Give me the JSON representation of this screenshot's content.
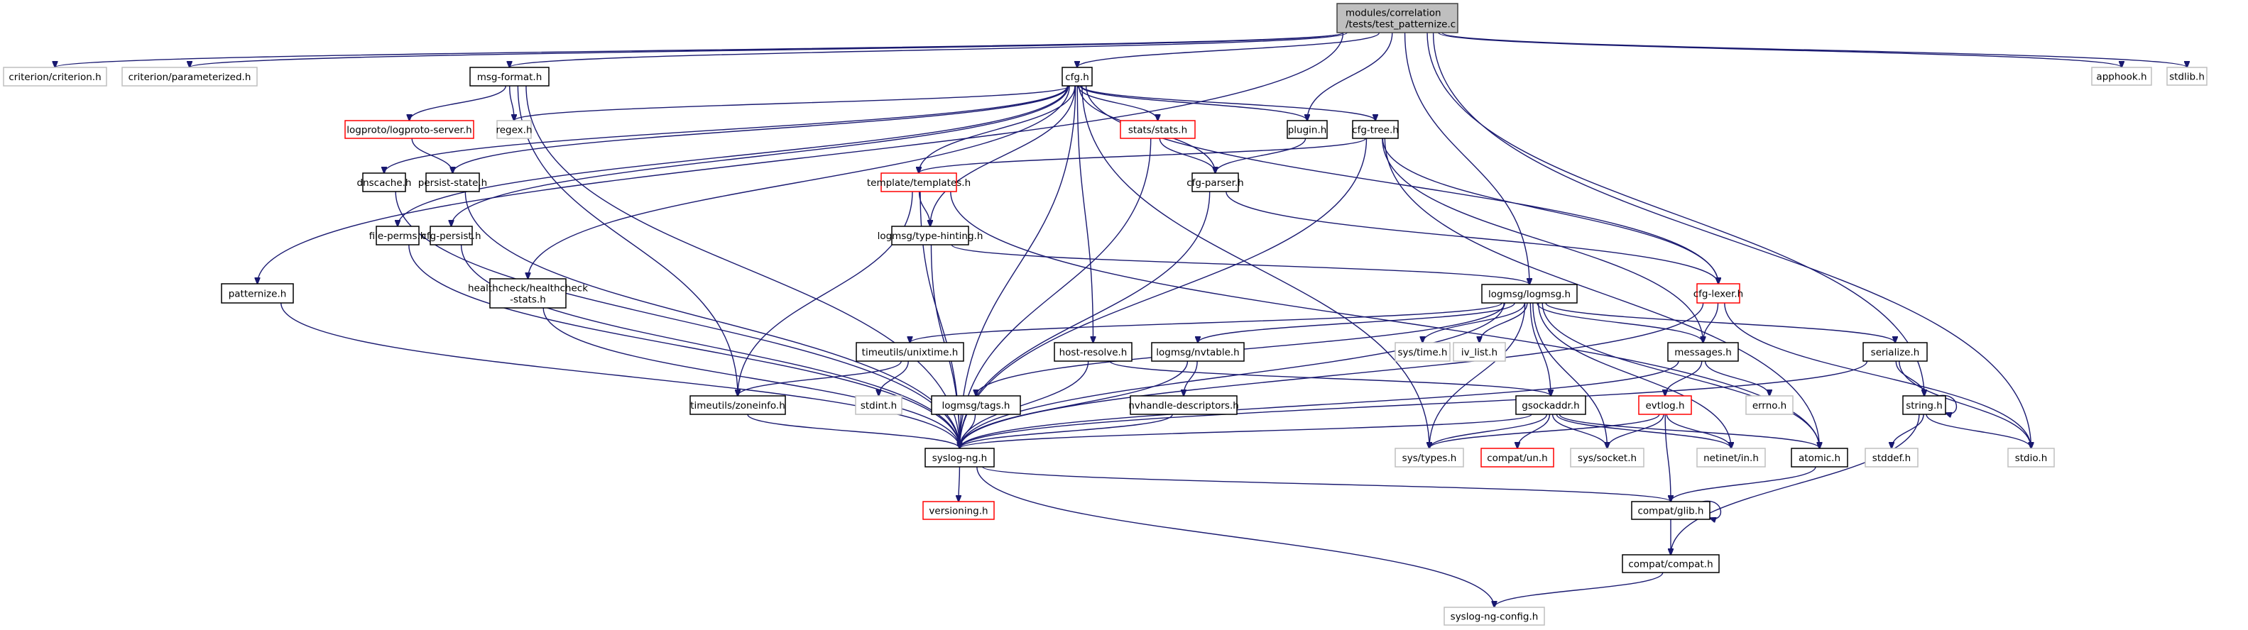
{
  "title": "Include dependency graph for modules/correlation/tests/test_patternize.c",
  "colors": {
    "edge": "#191970",
    "root_fill": "#bfbfbf",
    "normal_border": "#000000",
    "system_border": "#bfbfbf",
    "truncated_border": "#ff0000",
    "node_fill": "#ffffff"
  },
  "nodes": [
    {
      "id": "root",
      "label": [
        "modules/correlation",
        "/tests/test_patternize.c"
      ],
      "kind": "root"
    },
    {
      "id": "criterion",
      "label": [
        "criterion/criterion.h"
      ],
      "kind": "system"
    },
    {
      "id": "parameterized",
      "label": [
        "criterion/parameterized.h"
      ],
      "kind": "system"
    },
    {
      "id": "msgformat",
      "label": [
        "msg-format.h"
      ],
      "kind": "normal"
    },
    {
      "id": "cfg",
      "label": [
        "cfg.h"
      ],
      "kind": "normal"
    },
    {
      "id": "apphook",
      "label": [
        "apphook.h"
      ],
      "kind": "system"
    },
    {
      "id": "stdlib",
      "label": [
        "stdlib.h"
      ],
      "kind": "system"
    },
    {
      "id": "logproto",
      "label": [
        "logproto/logproto-server.h"
      ],
      "kind": "truncated"
    },
    {
      "id": "regex",
      "label": [
        "regex.h"
      ],
      "kind": "system"
    },
    {
      "id": "stats",
      "label": [
        "stats/stats.h"
      ],
      "kind": "truncated"
    },
    {
      "id": "plugin",
      "label": [
        "plugin.h"
      ],
      "kind": "normal"
    },
    {
      "id": "cfgtree",
      "label": [
        "cfg-tree.h"
      ],
      "kind": "normal"
    },
    {
      "id": "dnscache",
      "label": [
        "dnscache.h"
      ],
      "kind": "normal"
    },
    {
      "id": "persist",
      "label": [
        "persist-state.h"
      ],
      "kind": "normal"
    },
    {
      "id": "templates",
      "label": [
        "template/templates.h"
      ],
      "kind": "truncated"
    },
    {
      "id": "cfgparser",
      "label": [
        "cfg-parser.h"
      ],
      "kind": "normal"
    },
    {
      "id": "fileperms",
      "label": [
        "file-perms.h"
      ],
      "kind": "normal"
    },
    {
      "id": "cfgpersist",
      "label": [
        "cfg-persist.h"
      ],
      "kind": "normal"
    },
    {
      "id": "typehint",
      "label": [
        "logmsg/type-hinting.h"
      ],
      "kind": "normal"
    },
    {
      "id": "healthcheck",
      "label": [
        "healthcheck/healthcheck",
        "-stats.h"
      ],
      "kind": "normal"
    },
    {
      "id": "patternize",
      "label": [
        "patternize.h"
      ],
      "kind": "normal"
    },
    {
      "id": "cfglexer",
      "label": [
        "cfg-lexer.h"
      ],
      "kind": "truncated"
    },
    {
      "id": "logmsg",
      "label": [
        "logmsg/logmsg.h"
      ],
      "kind": "normal"
    },
    {
      "id": "unixtime",
      "label": [
        "timeutils/unixtime.h"
      ],
      "kind": "normal"
    },
    {
      "id": "hostresolve",
      "label": [
        "host-resolve.h"
      ],
      "kind": "normal"
    },
    {
      "id": "nvtable",
      "label": [
        "logmsg/nvtable.h"
      ],
      "kind": "normal"
    },
    {
      "id": "systime",
      "label": [
        "sys/time.h"
      ],
      "kind": "system"
    },
    {
      "id": "ivlist",
      "label": [
        "iv_list.h"
      ],
      "kind": "system"
    },
    {
      "id": "messages",
      "label": [
        "messages.h"
      ],
      "kind": "normal"
    },
    {
      "id": "serialize",
      "label": [
        "serialize.h"
      ],
      "kind": "normal"
    },
    {
      "id": "stdint",
      "label": [
        "stdint.h"
      ],
      "kind": "system"
    },
    {
      "id": "tags",
      "label": [
        "logmsg/tags.h"
      ],
      "kind": "normal"
    },
    {
      "id": "zoneinfo",
      "label": [
        "timeutils/zoneinfo.h"
      ],
      "kind": "normal"
    },
    {
      "id": "nvhandle",
      "label": [
        "nvhandle-descriptors.h"
      ],
      "kind": "normal"
    },
    {
      "id": "gsockaddr",
      "label": [
        "gsockaddr.h"
      ],
      "kind": "normal"
    },
    {
      "id": "evtlog",
      "label": [
        "evtlog.h"
      ],
      "kind": "truncated"
    },
    {
      "id": "errno",
      "label": [
        "errno.h"
      ],
      "kind": "system"
    },
    {
      "id": "string",
      "label": [
        "string.h"
      ],
      "kind": "normal"
    },
    {
      "id": "syslogng",
      "label": [
        "syslog-ng.h"
      ],
      "kind": "normal"
    },
    {
      "id": "systypes",
      "label": [
        "sys/types.h"
      ],
      "kind": "system"
    },
    {
      "id": "compatun",
      "label": [
        "compat/un.h"
      ],
      "kind": "truncated"
    },
    {
      "id": "syssocket",
      "label": [
        "sys/socket.h"
      ],
      "kind": "system"
    },
    {
      "id": "netinet",
      "label": [
        "netinet/in.h"
      ],
      "kind": "system"
    },
    {
      "id": "atomic",
      "label": [
        "atomic.h"
      ],
      "kind": "normal"
    },
    {
      "id": "stddef",
      "label": [
        "stddef.h"
      ],
      "kind": "system"
    },
    {
      "id": "stdio",
      "label": [
        "stdio.h"
      ],
      "kind": "system"
    },
    {
      "id": "versioning",
      "label": [
        "versioning.h"
      ],
      "kind": "truncated"
    },
    {
      "id": "glib",
      "label": [
        "compat/glib.h"
      ],
      "kind": "normal"
    },
    {
      "id": "compat",
      "label": [
        "compat/compat.h"
      ],
      "kind": "normal"
    },
    {
      "id": "config",
      "label": [
        "syslog-ng-config.h"
      ],
      "kind": "system"
    }
  ],
  "edges": [
    [
      "root",
      "criterion"
    ],
    [
      "root",
      "parameterized"
    ],
    [
      "root",
      "msgformat"
    ],
    [
      "root",
      "cfg"
    ],
    [
      "root",
      "apphook"
    ],
    [
      "root",
      "stdlib"
    ],
    [
      "root",
      "plugin"
    ],
    [
      "root",
      "logmsg"
    ],
    [
      "root",
      "patternize"
    ],
    [
      "root",
      "string"
    ],
    [
      "root",
      "stdio"
    ],
    [
      "msgformat",
      "logproto"
    ],
    [
      "msgformat",
      "regex"
    ],
    [
      "msgformat",
      "syslogng"
    ],
    [
      "msgformat",
      "zoneinfo"
    ],
    [
      "logproto",
      "persist"
    ],
    [
      "cfg",
      "regex"
    ],
    [
      "cfg",
      "stats"
    ],
    [
      "cfg",
      "plugin"
    ],
    [
      "cfg",
      "cfgtree"
    ],
    [
      "cfg",
      "dnscache"
    ],
    [
      "cfg",
      "persist"
    ],
    [
      "cfg",
      "templates"
    ],
    [
      "cfg",
      "cfgparser"
    ],
    [
      "cfg",
      "fileperms"
    ],
    [
      "cfg",
      "cfgpersist"
    ],
    [
      "cfg",
      "typehint"
    ],
    [
      "cfg",
      "healthcheck"
    ],
    [
      "cfg",
      "cfglexer"
    ],
    [
      "cfg",
      "hostresolve"
    ],
    [
      "cfg",
      "syslogng"
    ],
    [
      "cfg",
      "systypes"
    ],
    [
      "stats",
      "cfgparser"
    ],
    [
      "stats",
      "syslogng"
    ],
    [
      "plugin",
      "cfgparser"
    ],
    [
      "cfgtree",
      "templates"
    ],
    [
      "cfgtree",
      "cfglexer"
    ],
    [
      "cfgtree",
      "messages"
    ],
    [
      "cfgtree",
      "syslogng"
    ],
    [
      "cfgtree",
      "atomic"
    ],
    [
      "dnscache",
      "syslogng"
    ],
    [
      "persist",
      "syslogng"
    ],
    [
      "templates",
      "typehint"
    ],
    [
      "templates",
      "syslogng"
    ],
    [
      "templates",
      "zoneinfo"
    ],
    [
      "templates",
      "atomic"
    ],
    [
      "cfgparser",
      "cfglexer"
    ],
    [
      "cfgparser",
      "syslogng"
    ],
    [
      "fileperms",
      "syslogng"
    ],
    [
      "cfgpersist",
      "syslogng"
    ],
    [
      "typehint",
      "logmsg"
    ],
    [
      "typehint",
      "syslogng"
    ],
    [
      "healthcheck",
      "syslogng"
    ],
    [
      "patternize",
      "syslogng"
    ],
    [
      "cfglexer",
      "messages"
    ],
    [
      "cfglexer",
      "syslogng"
    ],
    [
      "cfglexer",
      "stdio"
    ],
    [
      "logmsg",
      "unixtime"
    ],
    [
      "logmsg",
      "nvtable"
    ],
    [
      "logmsg",
      "systime"
    ],
    [
      "logmsg",
      "ivlist"
    ],
    [
      "logmsg",
      "messages"
    ],
    [
      "logmsg",
      "serialize"
    ],
    [
      "logmsg",
      "tags"
    ],
    [
      "logmsg",
      "gsockaddr"
    ],
    [
      "logmsg",
      "syslogng"
    ],
    [
      "logmsg",
      "systypes"
    ],
    [
      "logmsg",
      "syssocket"
    ],
    [
      "logmsg",
      "netinet"
    ],
    [
      "logmsg",
      "atomic"
    ],
    [
      "unixtime",
      "stdint"
    ],
    [
      "unixtime",
      "zoneinfo"
    ],
    [
      "hostresolve",
      "syslogng"
    ],
    [
      "hostresolve",
      "gsockaddr"
    ],
    [
      "nvtable",
      "nvhandle"
    ],
    [
      "nvtable",
      "syslogng"
    ],
    [
      "messages",
      "evtlog"
    ],
    [
      "messages",
      "errno"
    ],
    [
      "messages",
      "syslogng"
    ],
    [
      "serialize",
      "string"
    ],
    [
      "serialize",
      "stdio"
    ],
    [
      "serialize",
      "syslogng"
    ],
    [
      "tags",
      "syslogng"
    ],
    [
      "zoneinfo",
      "syslogng"
    ],
    [
      "nvhandle",
      "syslogng"
    ],
    [
      "gsockaddr",
      "systypes"
    ],
    [
      "gsockaddr",
      "compatun"
    ],
    [
      "gsockaddr",
      "syssocket"
    ],
    [
      "gsockaddr",
      "netinet"
    ],
    [
      "gsockaddr",
      "atomic"
    ],
    [
      "gsockaddr",
      "syslogng"
    ],
    [
      "evtlog",
      "systypes"
    ],
    [
      "evtlog",
      "syssocket"
    ],
    [
      "evtlog",
      "netinet"
    ],
    [
      "evtlog",
      "glib"
    ],
    [
      "string",
      "string"
    ],
    [
      "string",
      "stddef"
    ],
    [
      "string",
      "stdio"
    ],
    [
      "string",
      "compat"
    ],
    [
      "syslogng",
      "versioning"
    ],
    [
      "syslogng",
      "glib"
    ],
    [
      "syslogng",
      "config"
    ],
    [
      "atomic",
      "glib"
    ],
    [
      "glib",
      "glib"
    ],
    [
      "glib",
      "compat"
    ],
    [
      "compat",
      "config"
    ]
  ]
}
